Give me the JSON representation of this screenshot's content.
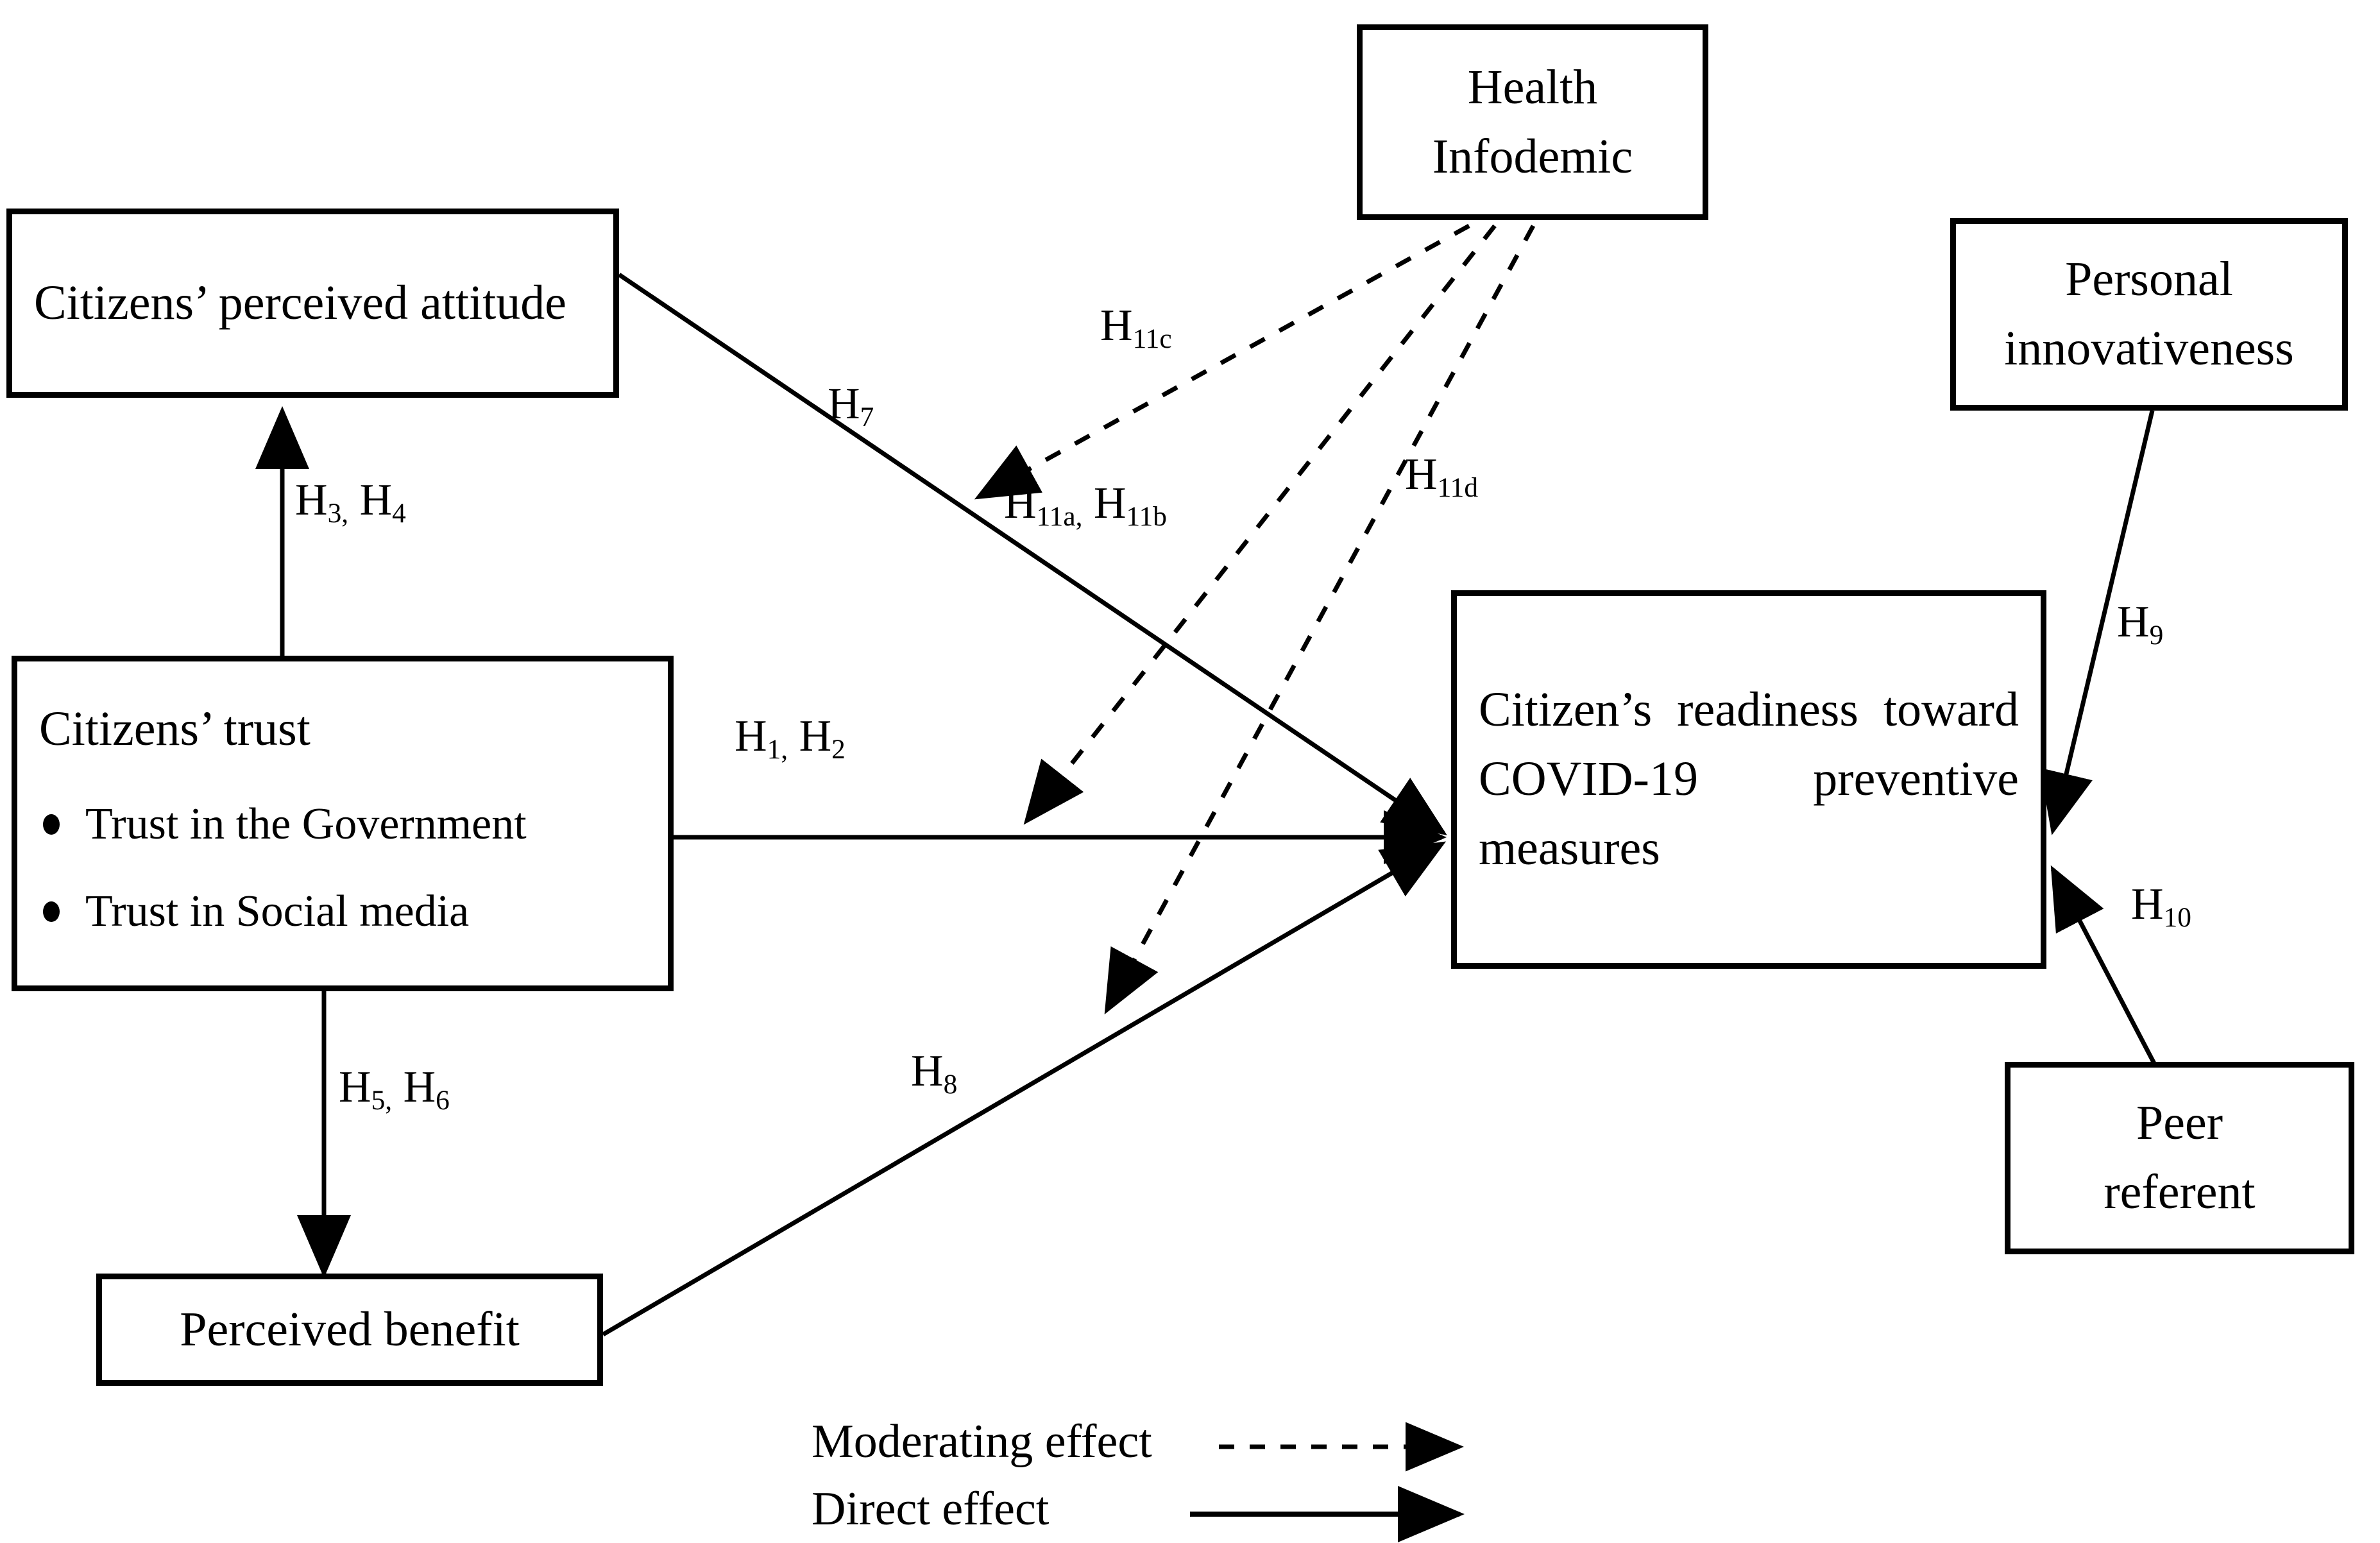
{
  "diagram": {
    "type": "research-model-path-diagram",
    "nodes": [
      {
        "id": "health-infodemic",
        "label": "Health\nInfodemic",
        "role": "moderator"
      },
      {
        "id": "citizens-perceived-attitude",
        "label": "Citizens’  perceived attitude",
        "role": "mediator"
      },
      {
        "id": "personal-innovativeness",
        "label": "Personal\ninnovativeness",
        "role": "predictor"
      },
      {
        "id": "citizens-trust",
        "label": "Citizens’ trust",
        "role": "predictor",
        "items": [
          "Trust in the Government",
          "Trust in Social media"
        ]
      },
      {
        "id": "citizens-readiness",
        "label": "Citizen’s  readiness toward   COVID-19 preventive measures",
        "role": "outcome"
      },
      {
        "id": "perceived-benefit",
        "label": "Perceived benefit",
        "role": "mediator"
      },
      {
        "id": "peer-referent",
        "label": "Peer\nreferent",
        "role": "predictor"
      }
    ],
    "edges": [
      {
        "id": "h3h4",
        "from": "citizens-trust",
        "to": "citizens-perceived-attitude",
        "label_main": "H",
        "label_sub": "3, ",
        "label_main2": "H",
        "label_sub2": "4",
        "style": "direct"
      },
      {
        "id": "h5h6",
        "from": "citizens-trust",
        "to": "perceived-benefit",
        "label_main": "H",
        "label_sub": "5, ",
        "label_main2": "H",
        "label_sub2": "6",
        "style": "direct"
      },
      {
        "id": "h1h2",
        "from": "citizens-trust",
        "to": "citizens-readiness",
        "label_main": "H",
        "label_sub": "1, ",
        "label_main2": "H",
        "label_sub2": "2",
        "style": "direct"
      },
      {
        "id": "h7",
        "from": "citizens-perceived-attitude",
        "to": "citizens-readiness",
        "label_main": "H",
        "label_sub": "7",
        "style": "direct"
      },
      {
        "id": "h8",
        "from": "perceived-benefit",
        "to": "citizens-readiness",
        "label_main": "H",
        "label_sub": "8",
        "style": "direct"
      },
      {
        "id": "h9",
        "from": "personal-innovativeness",
        "to": "citizens-readiness",
        "label_main": "H",
        "label_sub": "9",
        "style": "direct"
      },
      {
        "id": "h10",
        "from": "peer-referent",
        "to": "citizens-readiness",
        "label_main": "H",
        "label_sub": "10",
        "style": "direct"
      },
      {
        "id": "h11c",
        "from": "health-infodemic",
        "to": "h7",
        "label_main": "H",
        "label_sub": "11c",
        "style": "moderating"
      },
      {
        "id": "h11ab",
        "from": "health-infodemic",
        "to": "h1h2",
        "label_main": "H",
        "label_sub": "11a, ",
        "label_main2": "H",
        "label_sub2": "11b",
        "style": "moderating"
      },
      {
        "id": "h11d",
        "from": "health-infodemic",
        "to": "h8",
        "label_main": "H",
        "label_sub": "11d",
        "style": "moderating"
      }
    ],
    "labels": {
      "h3h4": "H3, H4",
      "h5h6": "H5, H6",
      "h1h2": "H1, H2",
      "h7": "H7",
      "h8": "H8",
      "h9": "H9",
      "h10": "H10",
      "h11c": "H11c",
      "h11ab": "H11a, H11b",
      "h11d": "H11d"
    }
  },
  "legend": {
    "items": [
      {
        "id": "moderating",
        "label": "Moderating effect",
        "line": "dashed-arrow"
      },
      {
        "id": "direct",
        "label": "Direct effect",
        "line": "solid-arrow"
      }
    ]
  },
  "colors": {
    "stroke": "#000000",
    "background": "#ffffff",
    "text": "#000000"
  }
}
